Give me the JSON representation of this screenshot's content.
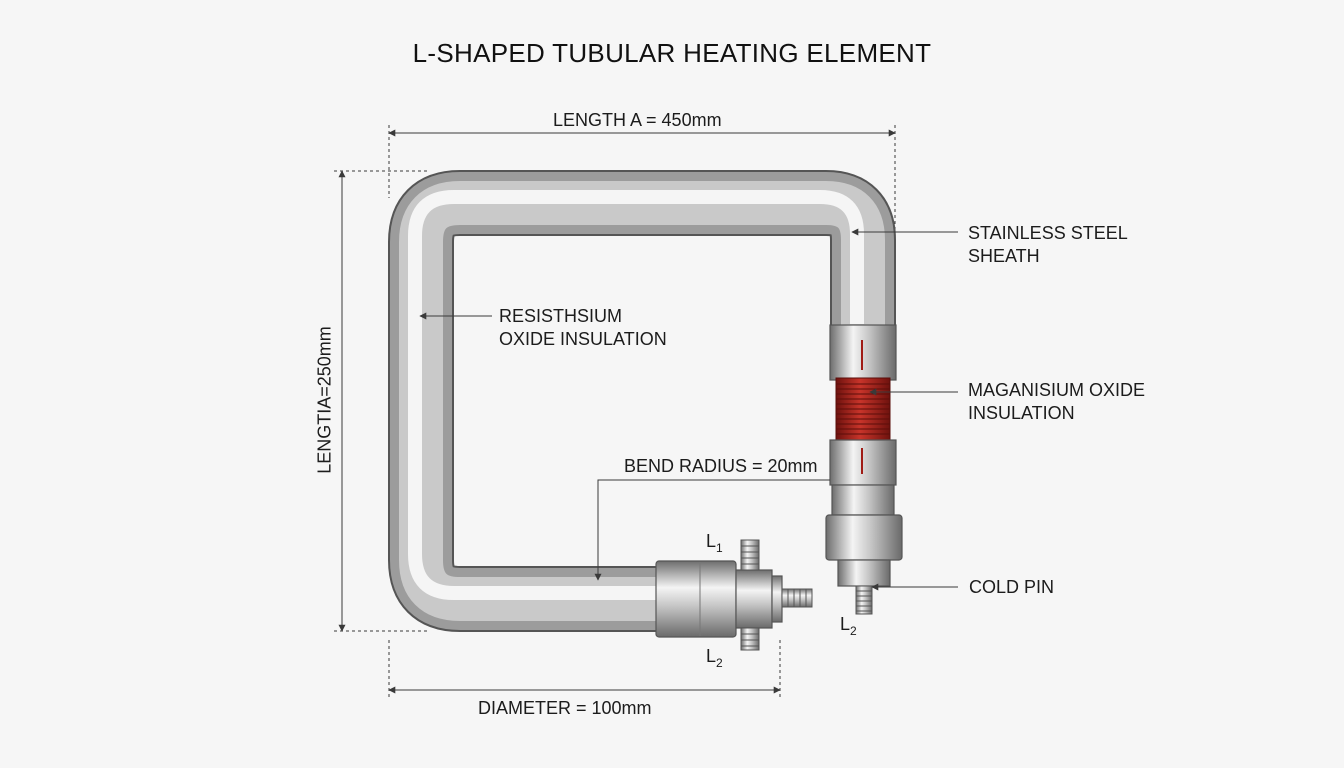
{
  "title": "L-SHAPED TUBULAR HEATING ELEMENT",
  "dimensions": {
    "length_a": "LENGTH A = 450mm",
    "length_vertical": "LENGTIA=250mm",
    "diameter": "DIAMETER = 100mm",
    "bend_radius": "BEND RADIUS = 20mm"
  },
  "callouts": {
    "sheath_line1": "STAINLESS STEEL",
    "sheath_line2": "SHEATH",
    "resist_line1": "RESISTHSIUM",
    "resist_line2": "OXIDE INSULATION",
    "mag_line1": "MAGANISIUM OXIDE",
    "mag_line2": "INSULATION",
    "cold_pin": "COLD PIN"
  },
  "terminals": {
    "l1_letter": "L",
    "l1_sub": "1",
    "l2_letter": "L",
    "l2_sub": "2",
    "l2b_letter": "L",
    "l2b_sub": "2"
  },
  "colors": {
    "steel_light": "#f4f4f4",
    "steel_mid": "#b9b9b9",
    "steel_dark": "#6d6d6d",
    "coil_red": "#b3261e",
    "dimension_line": "#3a3a3a"
  }
}
